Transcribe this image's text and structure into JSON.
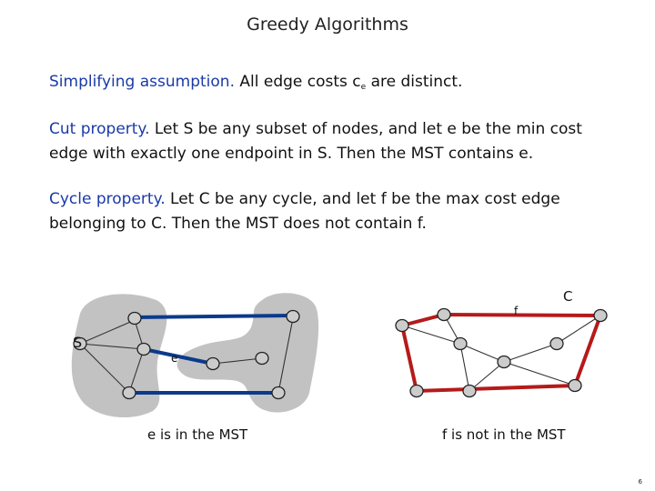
{
  "title": "Greedy Algorithms",
  "simplifying": {
    "label": "Simplifying assumption.",
    "text_before": "All edge costs c",
    "subscript": "e",
    "text_after": " are distinct."
  },
  "cut": {
    "label": "Cut property.",
    "line1": "Let S be any subset of nodes, and let e be the min cost",
    "line2": "edge with exactly one endpoint in S.  Then the MST contains e."
  },
  "cycle": {
    "label": "Cycle property.",
    "line1": "Let C be any cycle, and let f be the max cost edge",
    "line2": "belonging to C.  Then the MST does not contain f."
  },
  "left_figure": {
    "set_label": "S",
    "edge_label": "e",
    "caption": "e is in the MST"
  },
  "right_figure": {
    "cycle_label": "C",
    "edge_label": "f",
    "caption": "f is not in the MST"
  },
  "colors": {
    "label_blue": "#1a3aa8",
    "mst_edge": "#0b3a8c",
    "cycle_edge": "#b51a1a",
    "region": "#c2c2c2"
  },
  "page_number": "6"
}
